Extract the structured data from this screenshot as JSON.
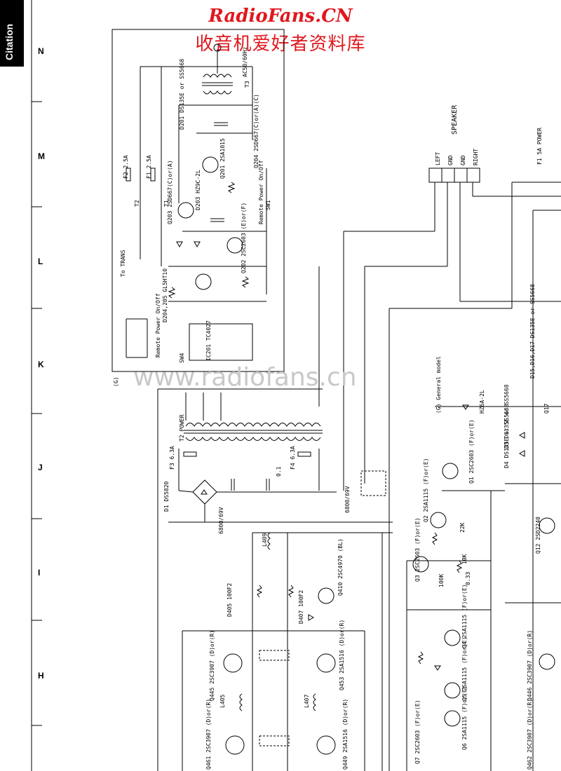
{
  "header": {
    "site_name": "RadioFans.CN",
    "site_cn": "收音机爱好者资料库",
    "watermark": "www.radiofans.cn"
  },
  "side_tab": {
    "label": "Citation"
  },
  "zones": [
    "N",
    "M",
    "L",
    "K",
    "J",
    "I",
    "H"
  ],
  "labels": {
    "speaker": "SPEAKER",
    "left": "LEFT",
    "gnd1": "GND",
    "gnd2": "GND",
    "right": "RIGHT",
    "general_model": "(G) General model",
    "g_mark": "(G)",
    "to_trans": "To TRANS",
    "remote_power": "Remote Power On/Off",
    "remote_power2": "Remote Power On/Off",
    "t2_power": "T2 POWER",
    "t3": "T3",
    "t1": "T1",
    "t2": "T2",
    "f1": "F1 2.5A",
    "f2": "F2 2.5A",
    "f3": "F3 6.3A",
    "f4": "F4 6.3A",
    "f1_power": "F1 5A POWER",
    "ic201": "IC201 TC4027",
    "sw4": "SW4",
    "sw1": "SW1",
    "d201": "D201 DS135E or SS5668",
    "q201": "Q201 2SA1015",
    "q202": "Q202 2SC2603 (E)or(F)",
    "q203": "Q203 2SD667(C)or(A)",
    "q204": "Q204 2SD667(C)or(A)(C)",
    "d204_205": "D204,205 GL5HT10",
    "d203": "D203 HZ9C-2L",
    "d1": "D1 DS5820",
    "d405": "D405 100F2",
    "d407": "D407 100F2",
    "q1": "Q1 2SC2603 (F)or(E)",
    "q2": "Q2 2SA1115 (F)or(E)",
    "q3": "Q3 2SC2603 (F)or(E)",
    "q4": "Q4 2SA1115 (F)or(E)",
    "q5": "Q5 2SA1115 (F)or(E)",
    "q6": "Q6 2SA1115 (F)or(E)",
    "q7": "Q7 2SC2603 (F)or(E)",
    "q12": "Q12 2SD2240",
    "q17": "Q17",
    "q410": "Q410 2SC4970 (BL)",
    "q445": "Q445 2SC3907 (D)or(R)",
    "q446": "Q446 2SC3907 (D)or(R)",
    "q449": "Q449 2SA1516 (D)or(R)",
    "q453": "Q453 2SA1516 (D)or(R)",
    "q461": "Q461 2SC3907 (D)or(R)",
    "q462": "Q462 2SC3907 (D)or(R)",
    "d3": "D3 DS135E or SS5668",
    "d4": "D4 DS135E or SS5668",
    "d15": "D15,D16,D17 DS135E or SS5668",
    "hz6a": "HZ6A-2L",
    "l405": "L405",
    "l407": "L407",
    "l409": "L409",
    "v6800": "6800/69V",
    "v6800b": "6800/69V",
    "ac50": "AC50/60Hz",
    "c_01": "0.1",
    "c_033": "0.33",
    "r_100k": "100K",
    "r_22k": "22K",
    "r_10k": "10K"
  }
}
